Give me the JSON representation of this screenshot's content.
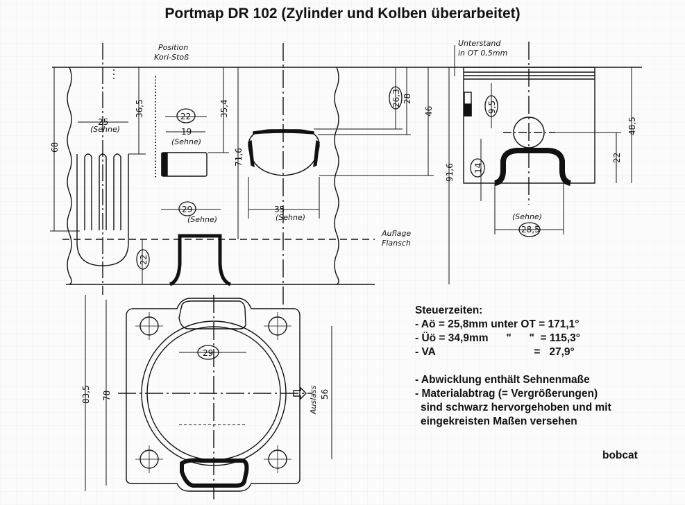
{
  "title": "Portmap DR 102   (Zylinder und Kolben überarbeitet)",
  "drawing": {
    "labels": {
      "position": "Position",
      "ring_gap": "Kori-Stoß",
      "clearance_1": "Unterstand",
      "clearance_2": "in OT 0,5mm",
      "flange_1": "Auflage",
      "flange_2": "Flansch",
      "exhaust": "Auslass",
      "chord": "(Sehne)"
    },
    "dimensions": {
      "d68": "68",
      "d25": "25",
      "d36_5": "36,5",
      "d22_boost": "22",
      "d19": "19",
      "d35_4": "35,4",
      "d71_6": "71,6",
      "d29": "29",
      "d35": "35",
      "d26_3": "26,3",
      "d28": "28",
      "d46": "46",
      "d91_6": "91,6",
      "d22_intake": "22",
      "d9_5": "9,5",
      "d14": "14",
      "d48_5": "48,5",
      "d22_piston": "22",
      "d28_5": "28,5",
      "d83_5": "83,5",
      "d78": "78",
      "d29_bottom": "29",
      "d56": "56"
    }
  },
  "notes": {
    "heading": "Steuerzeiten:",
    "lines": [
      "- Aö = 25,8mm unter OT = 171,1°",
      "- Üö = 34,9mm      \"      \"  = 115,3°",
      "- VA                                 =   27,9°"
    ],
    "remarks": [
      "- Abwicklung enthält Sehnenmaße",
      "- Materialabtrag (= Vergrößerungen)",
      "sind schwarz hervorgehoben und mit",
      "eingekreisten Maßen versehen"
    ],
    "author": "bobcat"
  }
}
